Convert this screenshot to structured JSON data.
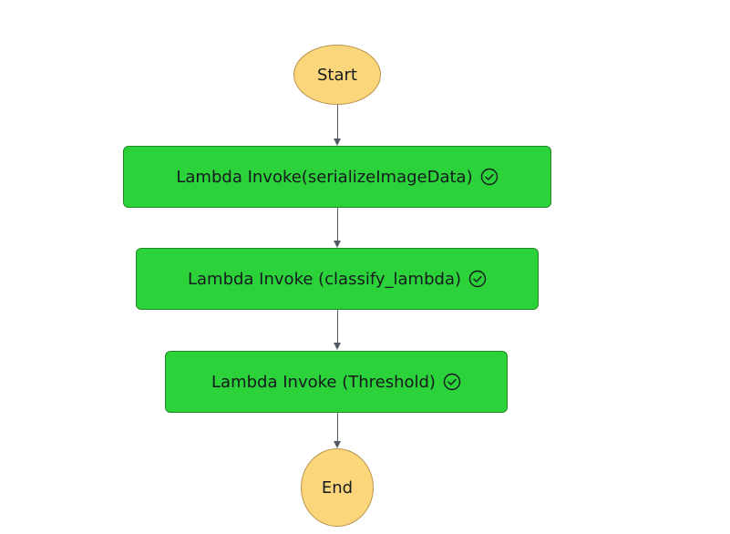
{
  "workflow": {
    "start": {
      "label": "Start"
    },
    "end": {
      "label": "End"
    },
    "states": [
      {
        "label": "Lambda Invoke(serializeImageData)",
        "status_icon": "check-circle-icon"
      },
      {
        "label": "Lambda Invoke (classify_lambda)",
        "status_icon": "check-circle-icon"
      },
      {
        "label": "Lambda Invoke (Threshold)",
        "status_icon": "check-circle-icon"
      }
    ]
  },
  "colors": {
    "terminal_fill": "#fcd67a",
    "task_fill": "#2bd23a",
    "edge": "#545b64"
  }
}
